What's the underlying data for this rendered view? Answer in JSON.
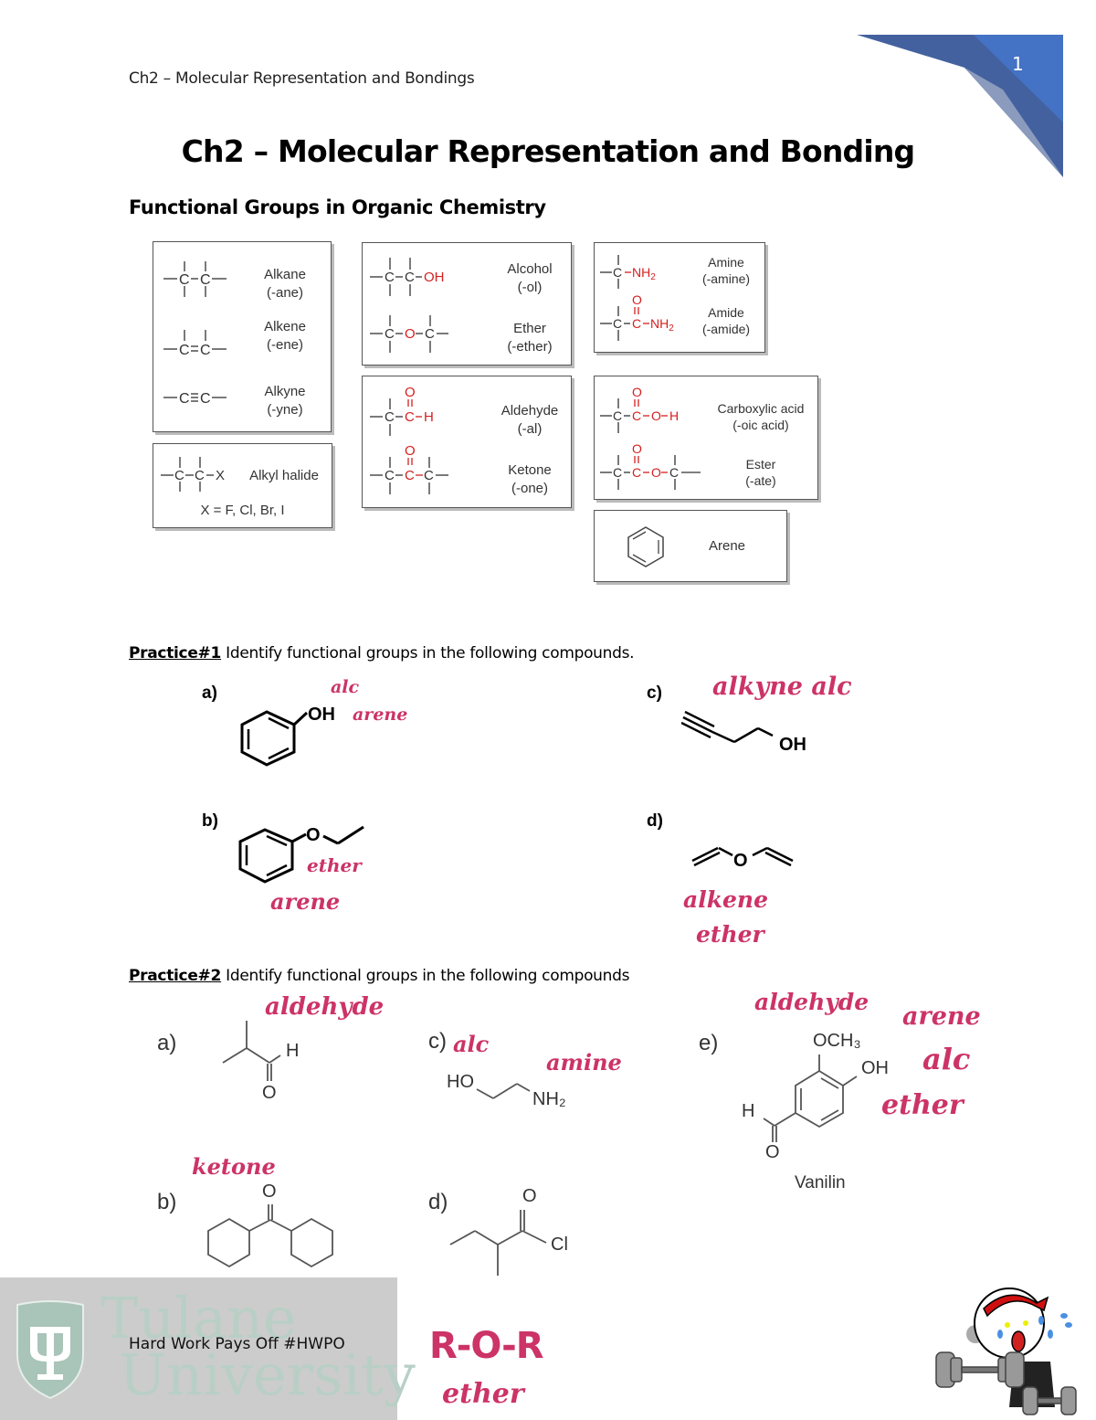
{
  "header": {
    "running_title": "Ch2 – Molecular Representation and Bondings",
    "page_number": "1",
    "accent_color": "#4472c4"
  },
  "title": "Ch2 – Molecular Representation and Bonding",
  "subtitle": "Functional Groups in Organic Chemistry",
  "functional_groups": {
    "alkane": {
      "name": "Alkane",
      "suffix": "(-ane)"
    },
    "alkene": {
      "name": "Alkene",
      "suffix": "(-ene)"
    },
    "alkyne": {
      "name": "Alkyne",
      "suffix": "(-yne)"
    },
    "alkyl_halide": {
      "name": "Alkyl halide",
      "note": "X = F, Cl, Br, I",
      "formula": "—C—C—X"
    },
    "alcohol": {
      "name": "Alcohol",
      "suffix": "(-ol)"
    },
    "ether": {
      "name": "Ether",
      "suffix": "(-ether)"
    },
    "aldehyde": {
      "name": "Aldehyde",
      "suffix": "(-al)"
    },
    "ketone": {
      "name": "Ketone",
      "suffix": "(-one)"
    },
    "amine": {
      "name": "Amine",
      "suffix": "(-amine)"
    },
    "amide": {
      "name": "Amide",
      "suffix": "(-amide)"
    },
    "carboxylic_acid": {
      "name": "Carboxylic acid",
      "suffix": "(-oic acid)"
    },
    "ester": {
      "name": "Ester",
      "suffix": "(-ate)"
    },
    "arene": {
      "name": "Arene"
    },
    "highlight_color": "#d42020"
  },
  "practice1": {
    "label": "Practice#1",
    "instruction": " Identify functional groups in the following compounds.",
    "questions": [
      {
        "letter": "a)",
        "atom_label": "OH",
        "answers": [
          "alc",
          "arene"
        ]
      },
      {
        "letter": "b)",
        "atom_label": "O",
        "answers": [
          "ether",
          "arene"
        ]
      },
      {
        "letter": "c)",
        "atom_label": "OH",
        "answers": [
          "alkyne alc"
        ]
      },
      {
        "letter": "d)",
        "atom_label": "O",
        "answers": [
          "alkene",
          "ether"
        ]
      }
    ]
  },
  "practice2": {
    "label": "Practice#2",
    "instruction": " Identify functional groups in the following compounds",
    "questions": [
      {
        "letter": "a)",
        "atoms": [
          "H",
          "O"
        ],
        "answers": [
          "aldehyde"
        ]
      },
      {
        "letter": "b)",
        "atoms": [
          "O"
        ],
        "answers": [
          "ketone"
        ]
      },
      {
        "letter": "c)",
        "atoms": [
          "HO",
          "NH₂"
        ],
        "answers": [
          "alc",
          "amine"
        ]
      },
      {
        "letter": "d)",
        "atoms": [
          "O",
          "Cl"
        ],
        "answers": []
      },
      {
        "letter": "e)",
        "atoms": [
          "OCH₃",
          "OH",
          "H",
          "O"
        ],
        "caption": "Vanilin",
        "answers": [
          "aldehyde",
          "arene",
          "alc",
          "ether"
        ]
      }
    ],
    "handwritten_note": [
      "R-O-R",
      "ether"
    ],
    "ink_color": "#cc3366"
  },
  "footer": {
    "motto": "Hard Work Pays Off #HWPO",
    "watermark_line1": "Tulane",
    "watermark_line2": "University",
    "mascot_icon": "weightlifting-mascot"
  }
}
